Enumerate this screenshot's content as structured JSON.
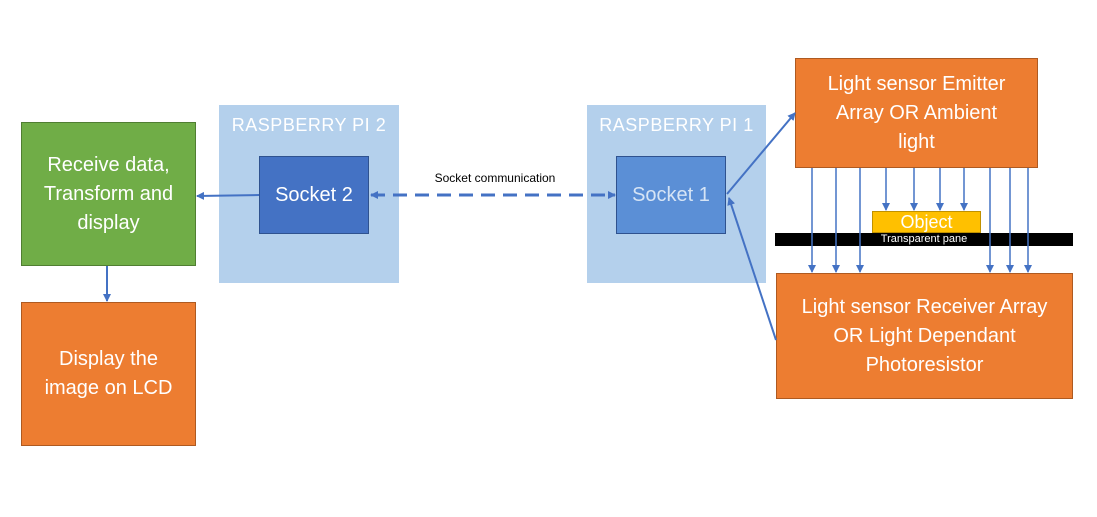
{
  "raspberry_pi_2": {
    "title": "RASPBERRY PI 2",
    "socket": "Socket 2"
  },
  "raspberry_pi_1": {
    "title": "RASPBERRY PI 1",
    "socket": "Socket 1"
  },
  "connection": {
    "label": "Socket communication"
  },
  "receive_box": {
    "text": "Receive data,\nTransform and\ndisplay"
  },
  "display_box": {
    "text": "Display the\nimage on LCD"
  },
  "emitter_box": {
    "text": "Light sensor Emitter\nArray OR Ambient\nlight"
  },
  "receiver_box": {
    "text": "Light sensor Receiver Array\nOR Light Dependant\nPhotoresistor"
  },
  "object": {
    "label": "Object"
  },
  "pane": {
    "label": "Transparent pane"
  },
  "colors": {
    "pi_background": "#b4d0ec",
    "socket_blue": "#4472c4",
    "green": "#70ad47",
    "orange": "#ed7d31",
    "object_yellow": "#ffc000",
    "arrow": "#4472c4"
  }
}
